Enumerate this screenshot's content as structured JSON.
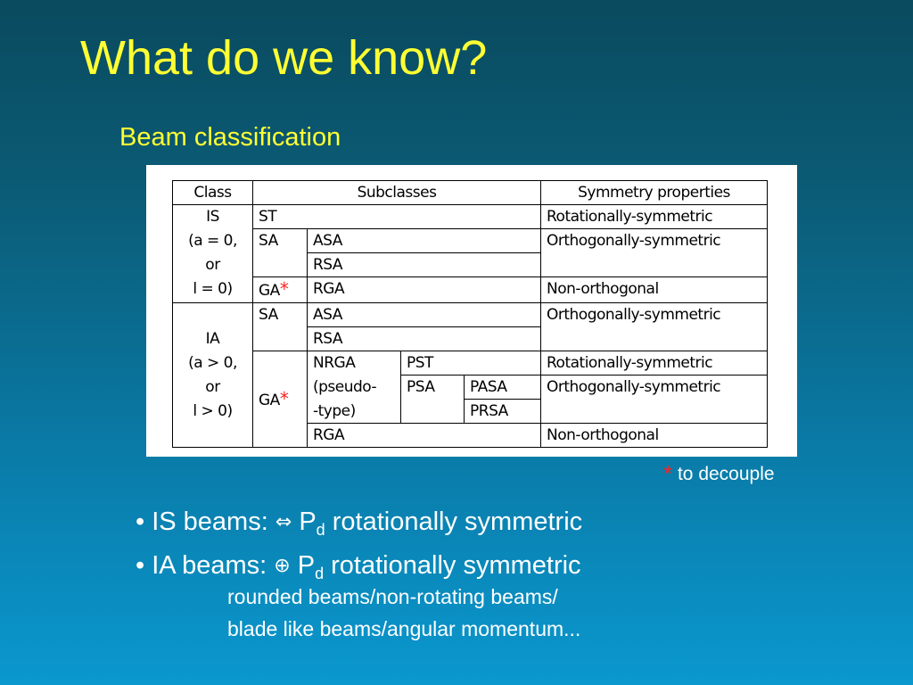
{
  "title": "What do we know?",
  "subtitle": "Beam classification",
  "table": {
    "headers": {
      "class": "Class",
      "subclasses": "Subclasses",
      "symmetry": "Symmetry properties"
    },
    "is_class_lines": [
      "IS",
      "(a = 0,",
      "or",
      "l = 0)"
    ],
    "ia_class_lines": [
      "IA",
      "(a > 0,",
      "or",
      "l > 0)"
    ],
    "cells": {
      "st": "ST",
      "sa": "SA",
      "asa": "ASA",
      "rsa": "RSA",
      "ga": "GA",
      "rga": "RGA",
      "nrga_lines": [
        "NRGA",
        "(pseudo-",
        "-type)"
      ],
      "pst": "PST",
      "psa": "PSA",
      "pasa": "PASA",
      "prsa": "PRSA",
      "rot_sym": "Rotationally-symmetric",
      "orth_sym": "Orthogonally-symmetric",
      "non_orth": "Non-orthogonal"
    },
    "star": "*"
  },
  "footnote": {
    "star": "*",
    "text": "to decouple"
  },
  "bullets": [
    {
      "prefix": "• IS beams: ",
      "symbol": "⇔",
      "p": "P",
      "sub": "d",
      "rest": " rotationally symmetric"
    },
    {
      "prefix": "• IA beams: ",
      "symbol": "⊕",
      "p": "P",
      "sub": "d",
      "rest": " rotationally symmetric"
    }
  ],
  "notes": [
    "rounded beams/non-rotating beams/",
    "blade like beams/angular momentum..."
  ]
}
